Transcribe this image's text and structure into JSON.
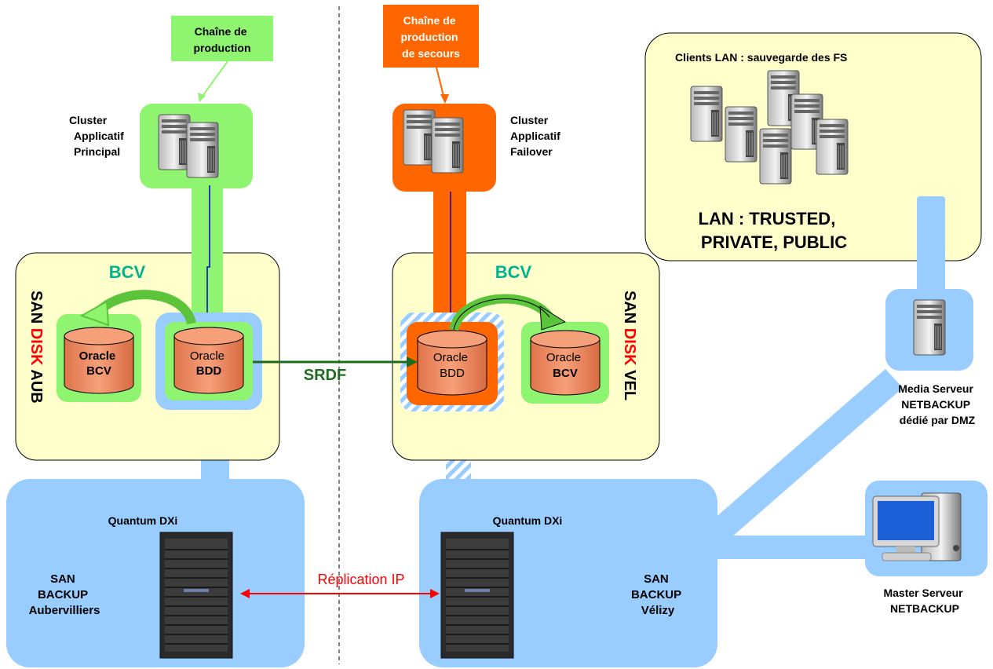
{
  "labels": {
    "chaine_production": [
      "Chaîne de",
      "production"
    ],
    "chaine_secours": [
      "Chaîne de",
      "production",
      "de secours"
    ],
    "cluster_principal": [
      "Cluster",
      "Applicatif",
      "Principal"
    ],
    "cluster_failover": [
      "Cluster",
      "Applicatif",
      "Failover"
    ],
    "clients_lan": "Clients LAN : sauvegarde des FS",
    "lan_types": [
      "LAN : TRUSTED,",
      "PRIVATE, PUBLIC"
    ],
    "bcv_left": "BCV",
    "bcv_right": "BCV",
    "san_disk_aub": {
      "san": "SAN ",
      "disk": "DISK",
      "site": " AUB"
    },
    "san_disk_vel": {
      "san": "SAN ",
      "disk": "DISK",
      "site": " VEL"
    },
    "oracle_bcv_left": [
      "Oracle",
      "BCV"
    ],
    "oracle_bdd_left": [
      "Oracle",
      "BDD"
    ],
    "oracle_bdd_right": [
      "Oracle",
      "BDD"
    ],
    "oracle_bcv_right": [
      "Oracle",
      "BCV"
    ],
    "srdf": "SRDF",
    "media_serveur": [
      "Media Serveur",
      "NETBACKUP",
      "dédié par DMZ"
    ],
    "quantum_left": "Quantum DXi",
    "quantum_right": "Quantum DXi",
    "san_backup_aub": [
      "SAN",
      "BACKUP",
      "Aubervilliers"
    ],
    "san_backup_vel": [
      "SAN",
      "BACKUP",
      "Vélizy"
    ],
    "replication_ip": "Réplication IP",
    "master_serveur": [
      "Master Serveur",
      "NETBACKUP"
    ]
  },
  "colors": {
    "green_light": "#8ff570",
    "orange": "#ff6600",
    "blue_light": "#99ccff",
    "yellow_bg": "#ffffcc",
    "db_fill": "#f08a5d",
    "bcv_text": "#00b38f",
    "srdf_green": "#1e6b1e",
    "disk_red": "#ff0000",
    "replication_red": "#ff0000"
  },
  "icons": [
    "server-icon",
    "database-icon",
    "rack-icon",
    "workstation-icon"
  ]
}
